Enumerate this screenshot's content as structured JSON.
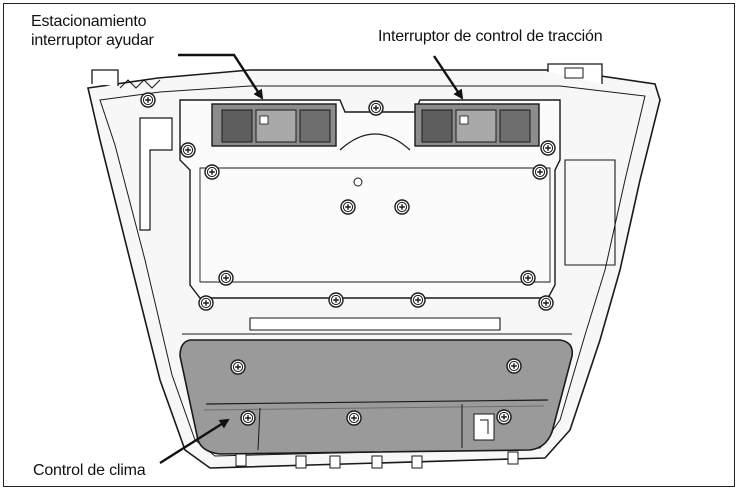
{
  "labels": {
    "park_assist_line1": "Estacionamiento",
    "park_assist_line2": "interruptor ayudar",
    "traction_control": "Interruptor de control de tracción",
    "climate_control": "Control de clima"
  },
  "colors": {
    "outline": "#1a1a1a",
    "panel_fill": "#f7f7f7",
    "switch_fill": "#8c8c8c",
    "switch_dark": "#5e5e5e",
    "climate_fill": "#9a9a9a",
    "climate_dark": "#6e6e6e"
  },
  "icons": [
    "screw-icon"
  ]
}
